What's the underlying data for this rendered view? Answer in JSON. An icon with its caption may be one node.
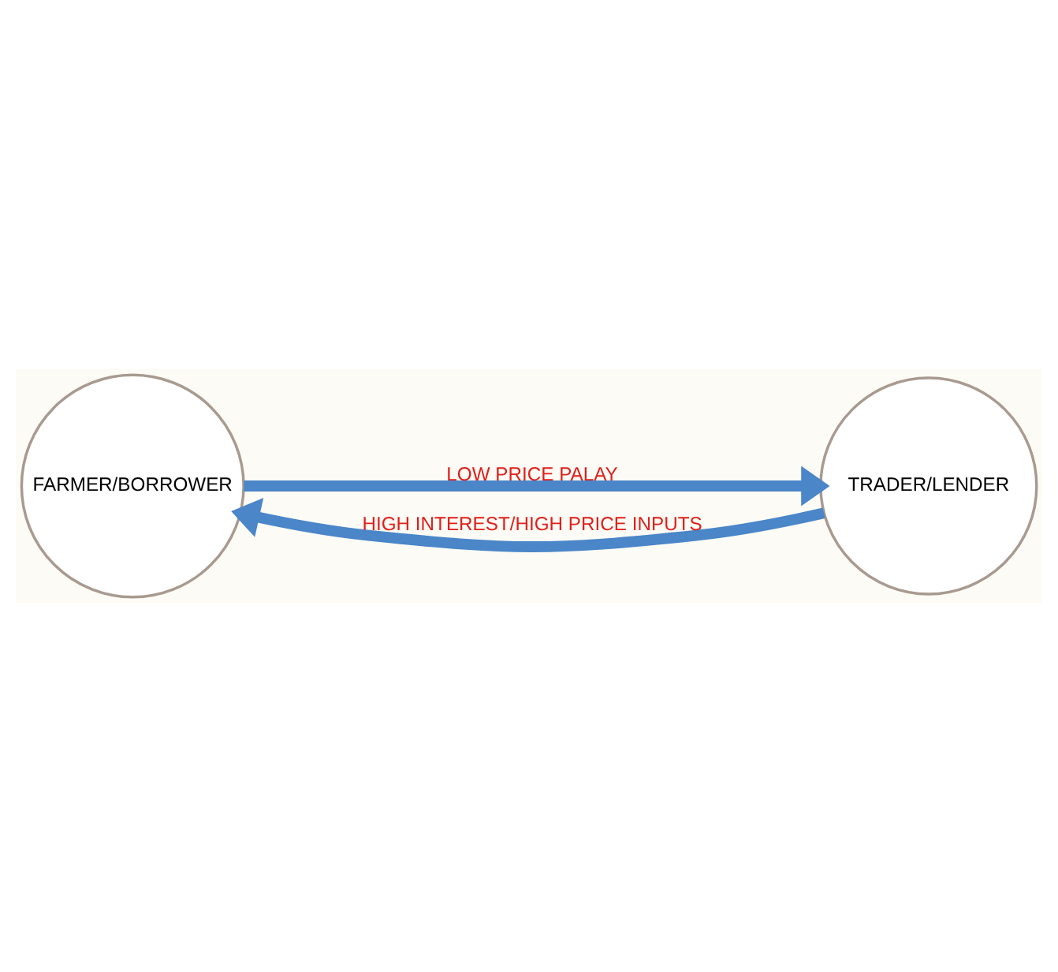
{
  "diagram": {
    "nodes": [
      {
        "text": [
          "FARMER/BORROWER"
        ]
      },
      {
        "text": [
          "TRADER/LENDER"
        ]
      }
    ],
    "edges": [
      {
        "from": 0,
        "to": 1,
        "arrow": "to",
        "label": "LOW PRICE PALAY"
      },
      {
        "from": 1,
        "to": 0,
        "arrow": "to",
        "label": "HIGH INTEREST/HIGH PRICE INPUTS"
      }
    ]
  }
}
